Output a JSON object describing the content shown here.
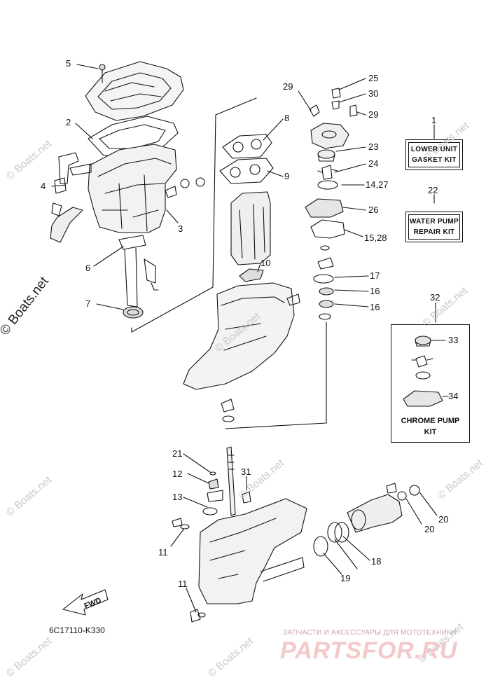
{
  "callouts": [
    {
      "id": "c5",
      "text": "5"
    },
    {
      "id": "c2",
      "text": "2"
    },
    {
      "id": "c4",
      "text": "4"
    },
    {
      "id": "c3",
      "text": "3"
    },
    {
      "id": "c6",
      "text": "6"
    },
    {
      "id": "c7",
      "text": "7"
    },
    {
      "id": "c8",
      "text": "8"
    },
    {
      "id": "c9",
      "text": "9"
    },
    {
      "id": "c10",
      "text": "10"
    },
    {
      "id": "c29a",
      "text": "29"
    },
    {
      "id": "c25",
      "text": "25"
    },
    {
      "id": "c30",
      "text": "30"
    },
    {
      "id": "c29b",
      "text": "29"
    },
    {
      "id": "c23",
      "text": "23"
    },
    {
      "id": "c24",
      "text": "24"
    },
    {
      "id": "c1427",
      "text": "14,27"
    },
    {
      "id": "c26",
      "text": "26"
    },
    {
      "id": "c1528",
      "text": "15,28"
    },
    {
      "id": "c17",
      "text": "17"
    },
    {
      "id": "c16a",
      "text": "16"
    },
    {
      "id": "c16b",
      "text": "16"
    },
    {
      "id": "c1",
      "text": "1"
    },
    {
      "id": "c22",
      "text": "22"
    },
    {
      "id": "c32",
      "text": "32"
    },
    {
      "id": "c33",
      "text": "33"
    },
    {
      "id": "c34",
      "text": "34"
    },
    {
      "id": "c21",
      "text": "21"
    },
    {
      "id": "c12",
      "text": "12"
    },
    {
      "id": "c31",
      "text": "31"
    },
    {
      "id": "c13",
      "text": "13"
    },
    {
      "id": "c11a",
      "text": "11"
    },
    {
      "id": "c11b",
      "text": "11"
    },
    {
      "id": "c20a",
      "text": "20"
    },
    {
      "id": "c20b",
      "text": "20"
    },
    {
      "id": "c18",
      "text": "18"
    },
    {
      "id": "c19",
      "text": "19"
    }
  ],
  "kits": {
    "lower_unit": {
      "line1": "LOWER UNIT",
      "line2": "GASKET KIT"
    },
    "water_pump": {
      "line1": "WATER PUMP",
      "line2": "REPAIR KIT"
    },
    "chrome_pump": {
      "line1": "CHROME PUMP",
      "line2": "KIT"
    }
  },
  "fwd_label": "FWD",
  "diagram_code": "6C17110-K330",
  "copyright": "© Boats.net",
  "watermark": "© Boats.net",
  "footer": {
    "caption": "ЗАПЧАСТИ И АКСЕССУАРЫ ДЛЯ МОТОТЕХНИКИ",
    "logo": "PARTSFOR.RU"
  }
}
